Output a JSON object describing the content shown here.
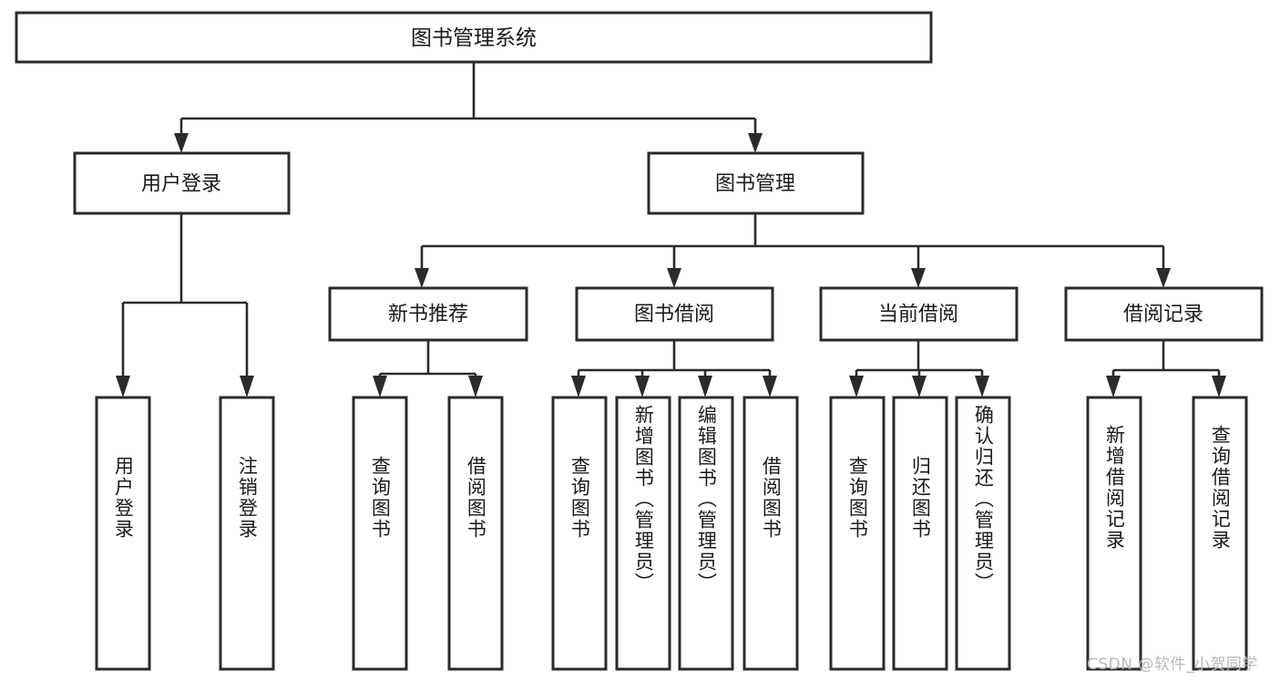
{
  "diagram": {
    "type": "tree",
    "orientation": "top-down",
    "title": "图书管理系统",
    "watermark": "CSDN @软件_小贺同学",
    "colors": {
      "box_stroke": "#2b2b2b",
      "box_fill": "#ffffff",
      "line": "#2b2b2b",
      "text": "#1a1a1a",
      "watermark": "#b9b9b9",
      "background": "#ffffff"
    },
    "levels": {
      "root": {
        "label": "图书管理系统"
      },
      "level2": [
        {
          "label": "用户登录"
        },
        {
          "label": "图书管理"
        }
      ],
      "level3": [
        {
          "label": "新书推荐"
        },
        {
          "label": "图书借阅"
        },
        {
          "label": "当前借阅"
        },
        {
          "label": "借阅记录"
        }
      ],
      "leaves": {
        "user_login": [
          {
            "label": "用户登录"
          },
          {
            "label": "注销登录"
          }
        ],
        "new_book_recommend": [
          {
            "label": "查询图书"
          },
          {
            "label": "借阅图书"
          }
        ],
        "book_borrow": [
          {
            "label": "查询图书"
          },
          {
            "label": "新增图书（管理员）"
          },
          {
            "label": "编辑图书（管理员）"
          },
          {
            "label": "借阅图书"
          }
        ],
        "current_borrow": [
          {
            "label": "查询图书"
          },
          {
            "label": "归还图书"
          },
          {
            "label": "确认归还（管理员）"
          }
        ],
        "borrow_records": [
          {
            "label": "新增借阅记录"
          },
          {
            "label": "查询借阅记录"
          }
        ]
      }
    }
  }
}
